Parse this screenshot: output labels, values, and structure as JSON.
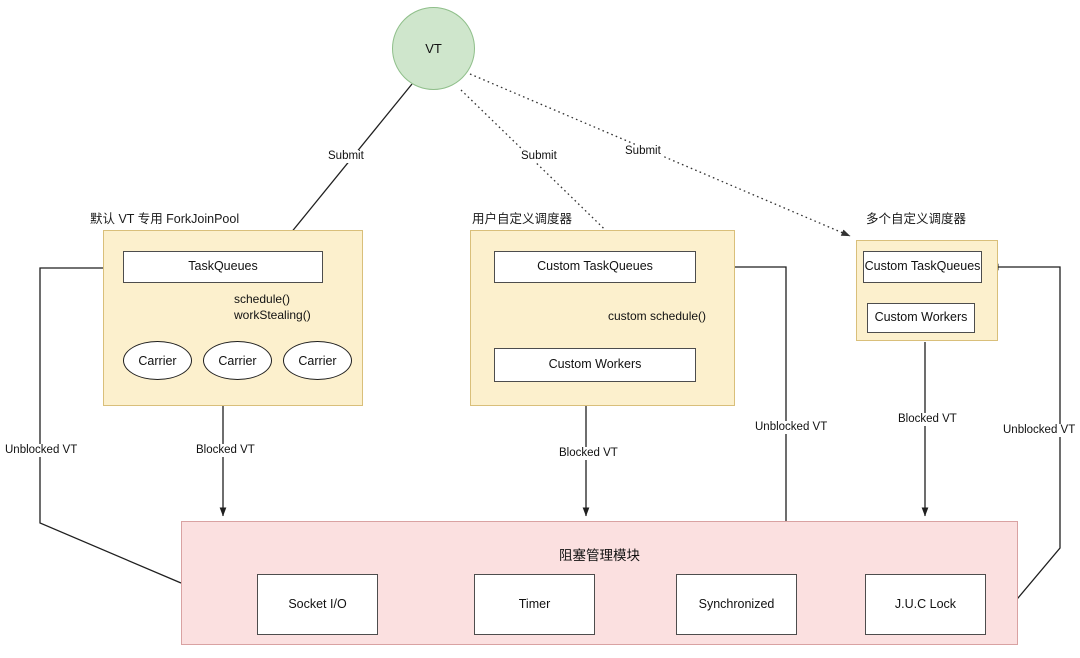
{
  "diagram": {
    "root": {
      "label": "VT"
    },
    "submit_labels": [
      "Submit",
      "Submit",
      "Submit"
    ],
    "groups": [
      {
        "id": "default-pool",
        "title": "默认 VT 专用 ForkJoinPool",
        "queue": "TaskQueues",
        "step_label": "schedule()\nworkStealing()",
        "step_line1": "schedule()",
        "step_line2": "workStealing()",
        "carriers": [
          "Carrier",
          "Carrier",
          "Carrier"
        ]
      },
      {
        "id": "custom-scheduler",
        "title": "用户自定义调度器",
        "queue": "Custom TaskQueues",
        "step_label": "custom schedule()",
        "workers": "Custom Workers"
      },
      {
        "id": "multi-custom-scheduler",
        "title": "多个自定义调度器",
        "queue": "Custom TaskQueues",
        "workers": "Custom Workers"
      }
    ],
    "blocking_module": {
      "title": "阻塞管理模块",
      "items": [
        "Socket I/O",
        "Timer",
        "Synchronized",
        "J.U.C Lock"
      ]
    },
    "flow_labels": {
      "blocked": "Blocked VT",
      "unblocked": "Unblocked VT",
      "left_unblocked": "Unblocked VT",
      "left_blocked": "Blocked VT",
      "mid_blocked": "Blocked VT",
      "mid_unblocked": "Unblocked VT",
      "right_blocked": "Blocked VT",
      "right_unblocked": "Unblocked VT"
    },
    "colors": {
      "vt_fill": "#cfe6cc",
      "vt_stroke": "#8fbf8a",
      "group_fill": "#fcf0cd",
      "group_stroke": "#d9bf7a",
      "blocking_fill": "#fbe0e0",
      "blocking_stroke": "#d9a2a2",
      "node_stroke": "#4d4d4d",
      "line": "#1f1f1f"
    }
  }
}
